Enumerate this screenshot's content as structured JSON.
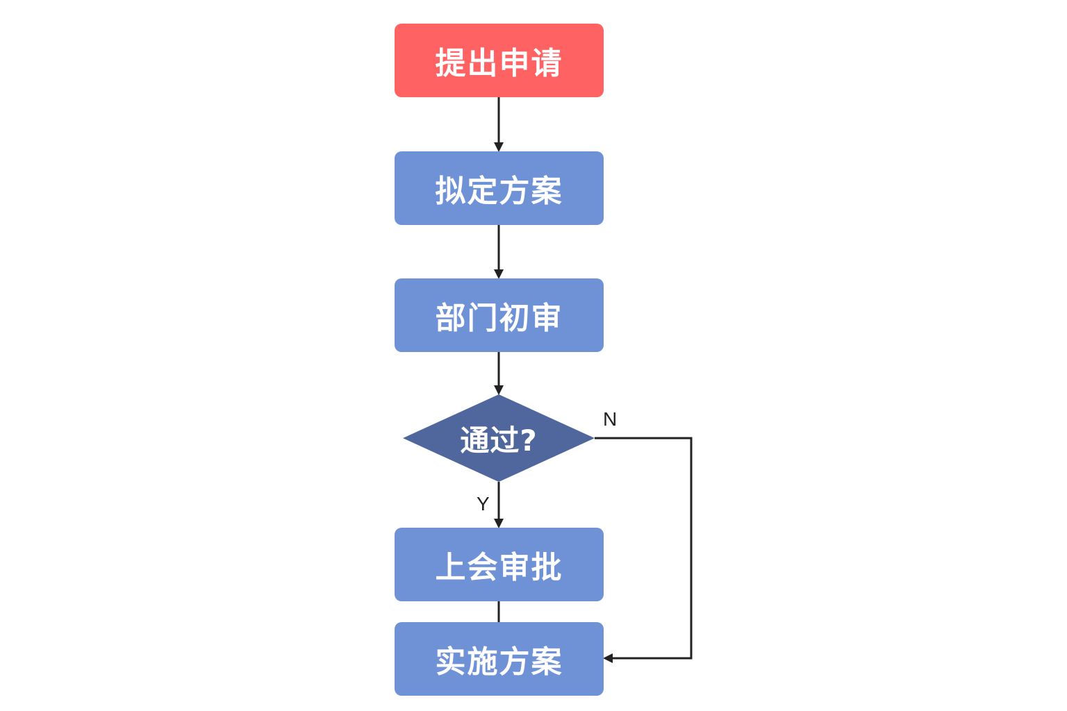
{
  "flowchart": {
    "nodes": {
      "start": "提出申请",
      "draft": "拟定方案",
      "dept_review": "部门初审",
      "decision": "通过?",
      "meeting_approval": "上会审批",
      "implement": "实施方案"
    },
    "edge_labels": {
      "no": "N",
      "yes": "Y"
    },
    "colors": {
      "start_fill": "#ff6262",
      "process_fill": "#6f91d6",
      "decision_fill": "#50679e",
      "line": "#222222",
      "text": "#ffffff"
    }
  }
}
